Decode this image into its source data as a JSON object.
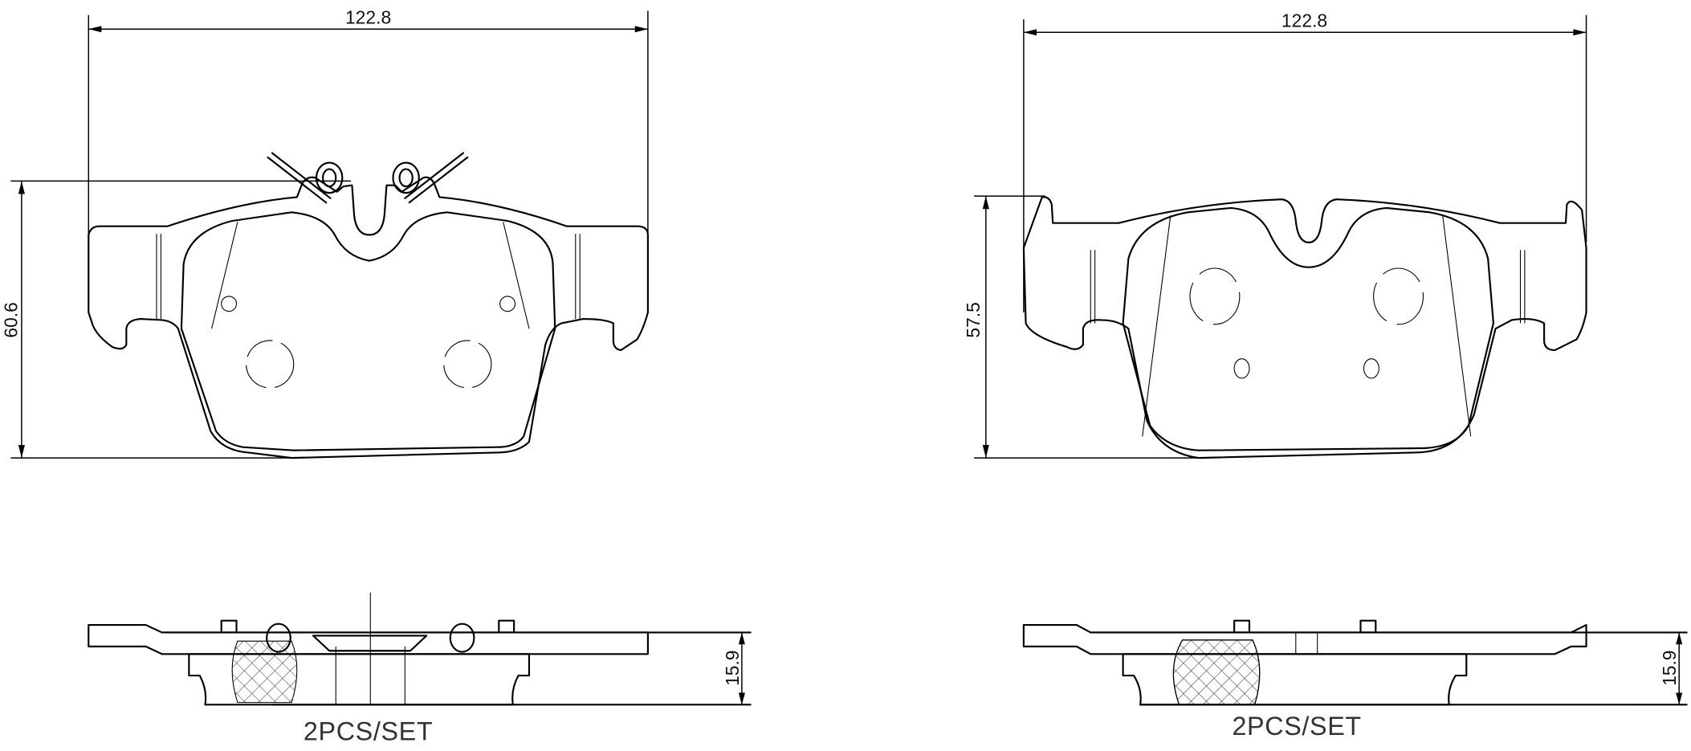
{
  "drawing": {
    "subject": "Brake pad set technical drawing",
    "views": [
      {
        "id": "pad-a-front",
        "width_dim": "122.8",
        "height_dim": "60.6",
        "features": [
          "anti-rattle clips",
          "center notch",
          "wear indicator holes"
        ]
      },
      {
        "id": "pad-b-front",
        "width_dim": "122.8",
        "height_dim": "57.5",
        "features": [
          "center notch",
          "wear indicator holes"
        ]
      },
      {
        "id": "pad-a-side",
        "thickness_dim": "15.9",
        "caption": "2PCS/SET"
      },
      {
        "id": "pad-b-side",
        "thickness_dim": "15.9",
        "caption": "2PCS/SET"
      }
    ]
  },
  "colors": {
    "line": "#000000",
    "background": "#ffffff",
    "caption": "#333333"
  }
}
